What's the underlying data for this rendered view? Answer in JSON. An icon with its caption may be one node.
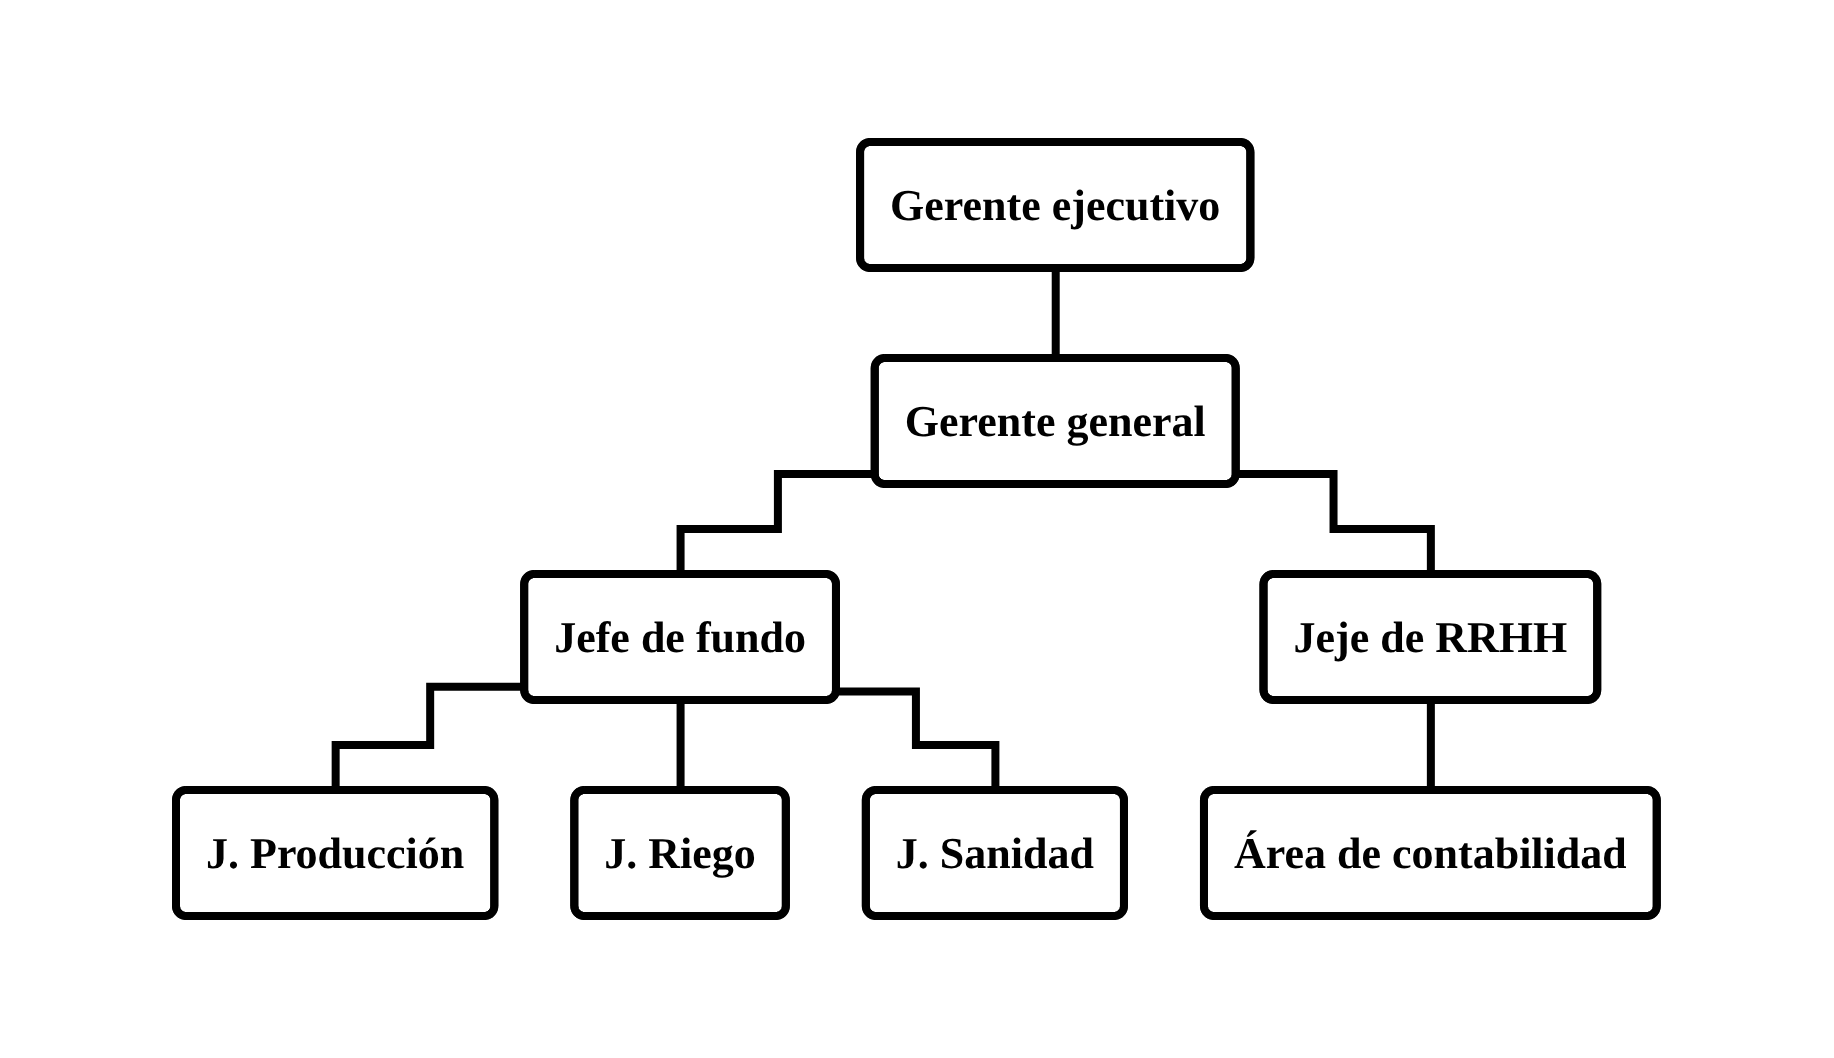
{
  "diagram": {
    "nodes": [
      {
        "text": [
          "Gerente ejecutivo"
        ]
      },
      {
        "text": [
          "Gerente general"
        ]
      },
      {
        "text": [
          "Jefe de fundo"
        ]
      },
      {
        "text": [
          "Jeje de RRHH"
        ]
      },
      {
        "text": [
          "J. Producción"
        ]
      },
      {
        "text": [
          "J. Riego"
        ]
      },
      {
        "text": [
          "J. Sanidad"
        ]
      },
      {
        "text": [
          "Área de contabilidad"
        ]
      }
    ],
    "edges": [
      {
        "from": 0,
        "to": 1,
        "arrow": "none"
      },
      {
        "from": 1,
        "to": 2,
        "arrow": "none"
      },
      {
        "from": 1,
        "to": 3,
        "arrow": "none"
      },
      {
        "from": 2,
        "to": 4,
        "arrow": "none"
      },
      {
        "from": 2,
        "to": 5,
        "arrow": "none"
      },
      {
        "from": 2,
        "to": 6,
        "arrow": "none"
      },
      {
        "from": 3,
        "to": 7,
        "arrow": "none"
      }
    ]
  }
}
